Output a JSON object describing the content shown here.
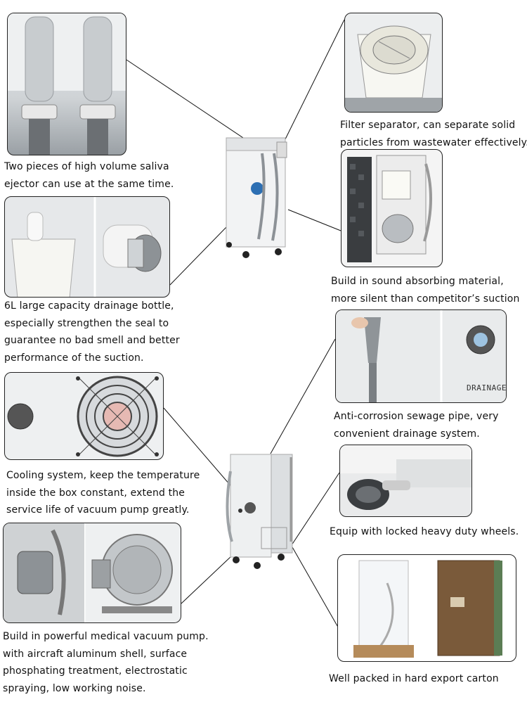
{
  "features": [
    {
      "id": "saliva-ejector",
      "caption": [
        "Two pieces of high volume saliva",
        "ejector can use at the same time."
      ]
    },
    {
      "id": "filter-separator",
      "caption": [
        "Filter separator, can separate solid",
        "particles from wastewater effectively."
      ]
    },
    {
      "id": "sound-absorbing",
      "caption": [
        "Build in sound absorbing material,",
        "more silent than competitor’s suction"
      ]
    },
    {
      "id": "drainage-bottle",
      "caption": [
        "6L large capacity drainage bottle,",
        "especially strengthen the seal to",
        "guarantee no bad smell and better",
        "performance of the suction."
      ]
    },
    {
      "id": "sewage-pipe",
      "caption": [
        "Anti-corrosion sewage pipe, very",
        "convenient drainage system."
      ]
    },
    {
      "id": "cooling-system",
      "caption": [
        "Cooling system, keep the temperature",
        "inside the box constant, extend the",
        "service life of vacuum pump greatly."
      ]
    },
    {
      "id": "wheels",
      "caption": [
        "Equip with locked heavy duty wheels."
      ]
    },
    {
      "id": "vacuum-pump",
      "caption": [
        "Build in powerful medical vacuum pump.",
        "with aircraft aluminum shell, surface",
        "phosphating treatment, electrostatic",
        "spraying, low working noise."
      ]
    },
    {
      "id": "packing",
      "caption": [
        "Well packed in hard export carton"
      ]
    }
  ],
  "photo_labels": {
    "drainage": "DRAINAGE"
  }
}
